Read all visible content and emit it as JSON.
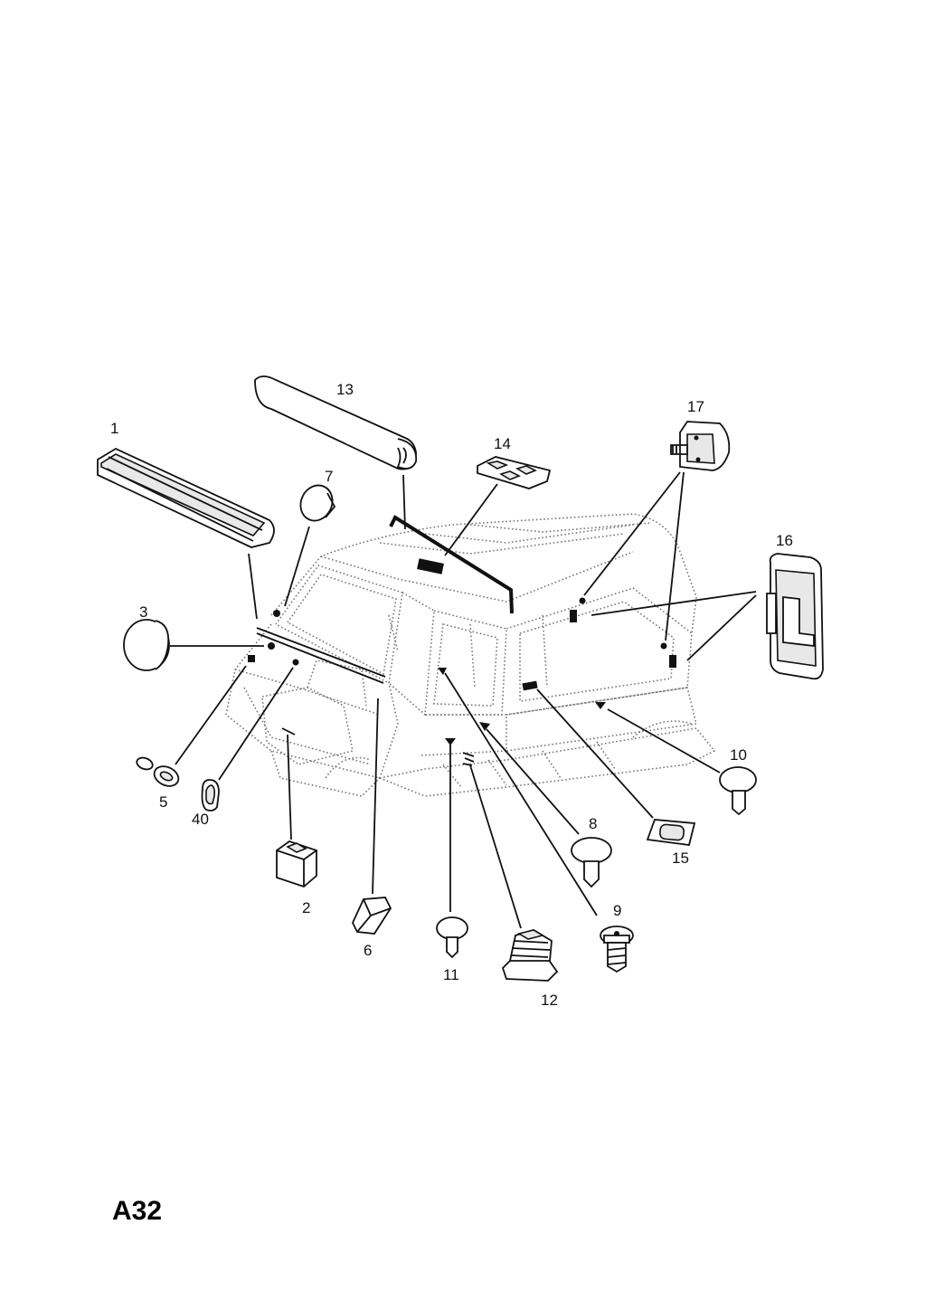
{
  "page_code": "A32",
  "callouts": [
    "1",
    "2",
    "3",
    "40",
    "5",
    "6",
    "7",
    "8",
    "9",
    "10",
    "11",
    "12",
    "13",
    "14",
    "15",
    "16",
    "17"
  ],
  "colors": {
    "ink": "#111111",
    "body_outline": "#777777",
    "background": "#ffffff"
  }
}
